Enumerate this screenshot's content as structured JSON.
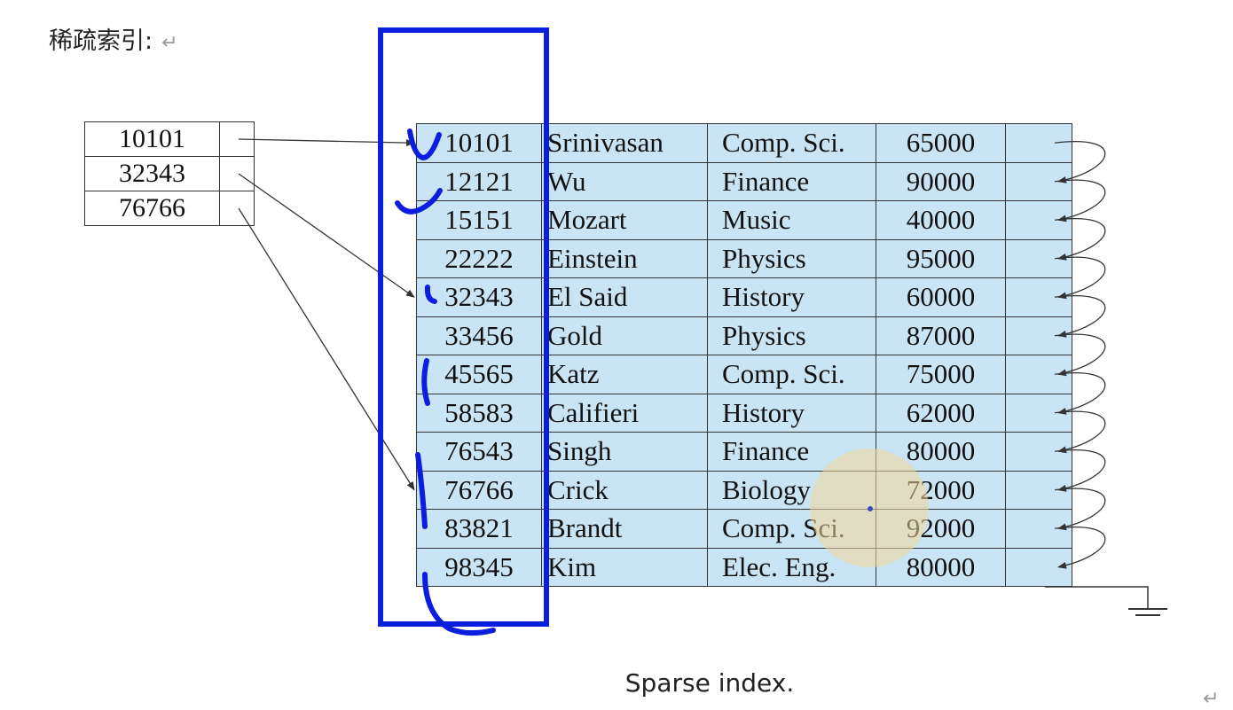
{
  "heading": "稀疏索引:",
  "return_mark": "↵",
  "caption": "Sparse index.",
  "index_entries": [
    "10101",
    "32343",
    "76766"
  ],
  "records": [
    {
      "id": "10101",
      "name": "Srinivasan",
      "dept": "Comp. Sci.",
      "salary": "65000"
    },
    {
      "id": "12121",
      "name": "Wu",
      "dept": "Finance",
      "salary": "90000"
    },
    {
      "id": "15151",
      "name": "Mozart",
      "dept": "Music",
      "salary": "40000"
    },
    {
      "id": "22222",
      "name": "Einstein",
      "dept": "Physics",
      "salary": "95000"
    },
    {
      "id": "32343",
      "name": "El Said",
      "dept": "History",
      "salary": "60000"
    },
    {
      "id": "33456",
      "name": "Gold",
      "dept": "Physics",
      "salary": "87000"
    },
    {
      "id": "45565",
      "name": "Katz",
      "dept": "Comp. Sci.",
      "salary": "75000"
    },
    {
      "id": "58583",
      "name": "Califieri",
      "dept": "History",
      "salary": "62000"
    },
    {
      "id": "76543",
      "name": "Singh",
      "dept": "Finance",
      "salary": "80000"
    },
    {
      "id": "76766",
      "name": "Crick",
      "dept": "Biology",
      "salary": "72000"
    },
    {
      "id": "83821",
      "name": "Brandt",
      "dept": "Comp. Sci.",
      "salary": "92000"
    },
    {
      "id": "98345",
      "name": "Kim",
      "dept": "Elec. Eng.",
      "salary": "80000"
    }
  ],
  "colors": {
    "record_fill": "#c9e4f4",
    "annotation_blue": "#0b1ee0",
    "highlight": "#f2d79a",
    "line": "#333333"
  }
}
